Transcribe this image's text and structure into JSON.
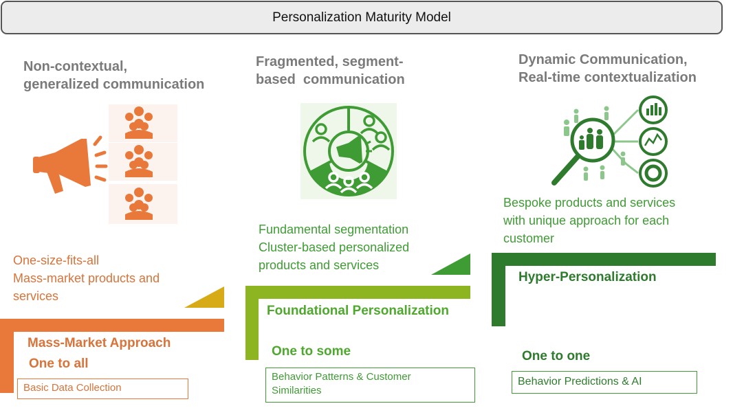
{
  "title": "Personalization Maturity Model",
  "colors": {
    "orange": "#E8793A",
    "orange_text": "#D9733A",
    "yellow": "#D7AA18",
    "lime": "#8CB521",
    "green": "#3F9B34",
    "dark_green": "#2E7B2E",
    "heading_gray": "#7A7A7A"
  },
  "stages": [
    {
      "heading": [
        "Non-contextual,",
        "generalized communication"
      ],
      "icon": "megaphone-audience-icon",
      "description": [
        "One-size-fits-all",
        "Mass-market products and",
        "services"
      ],
      "name": "Mass-Market Approach",
      "reach": "One to all",
      "data_level": "Basic Data Collection"
    },
    {
      "heading": [
        "Fragmented, segment-",
        "based  communication"
      ],
      "icon": "segmented-audience-wheel-icon",
      "description": [
        "Fundamental segmentation",
        "Cluster-based personalized",
        "products and services"
      ],
      "name": "Foundational Personalization",
      "reach": "One to some",
      "data_level": [
        "Behavior Patterns & Customer",
        "Similarities"
      ]
    },
    {
      "heading": [
        "Dynamic Communication,",
        "Real-time contextualization"
      ],
      "icon": "magnifier-analytics-icon",
      "description": [
        "Bespoke products and services",
        "with unique approach for each",
        "customer"
      ],
      "name": "Hyper-Personalization",
      "reach": "One to one",
      "data_level": "Behavior Predictions & AI"
    }
  ]
}
